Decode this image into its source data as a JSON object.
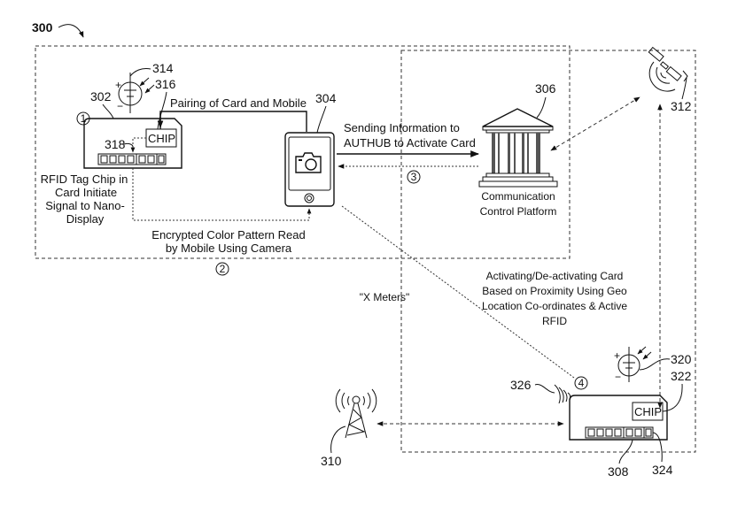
{
  "figure": {
    "number": "300"
  },
  "steps": {
    "step1": "1",
    "step2": "2",
    "step3": "3",
    "step4": "4"
  },
  "refs": {
    "card_first": "302",
    "mobile": "304",
    "platform": "306",
    "card_second": "308",
    "tower": "310",
    "satellite": "312",
    "battery_first": "314",
    "chip_first": "316",
    "rfid_first": "318",
    "battery_second": "320",
    "chip_second": "322",
    "rfid_second": "324",
    "antenna": "326"
  },
  "labels": {
    "chip": "CHIP",
    "pairing": "Pairing of Card and Mobile",
    "rfid_initiate": [
      "RFID Tag Chip in",
      "Card Initiate",
      "Signal to Nano-",
      "Display"
    ],
    "encrypted": [
      "Encrypted Color Pattern Read",
      "by Mobile Using Camera"
    ],
    "sending": [
      "Sending Information to",
      "AUTHUB to Activate Card"
    ],
    "platform": [
      "Communication",
      "Control Platform"
    ],
    "activating": [
      "Activating/De-activating Card",
      "Based on Proximity Using Geo",
      "Location Co-ordinates & Active",
      "RFID"
    ],
    "distance": "\"X Meters\""
  },
  "icons": {
    "battery": "battery-icon",
    "light": "light-arrows-icon",
    "mobile": "smartphone-icon",
    "camera": "camera-icon",
    "platform": "bank-building-icon",
    "satellite": "satellite-icon",
    "tower": "cell-tower-icon",
    "wireless": "wireless-signal-icon"
  }
}
